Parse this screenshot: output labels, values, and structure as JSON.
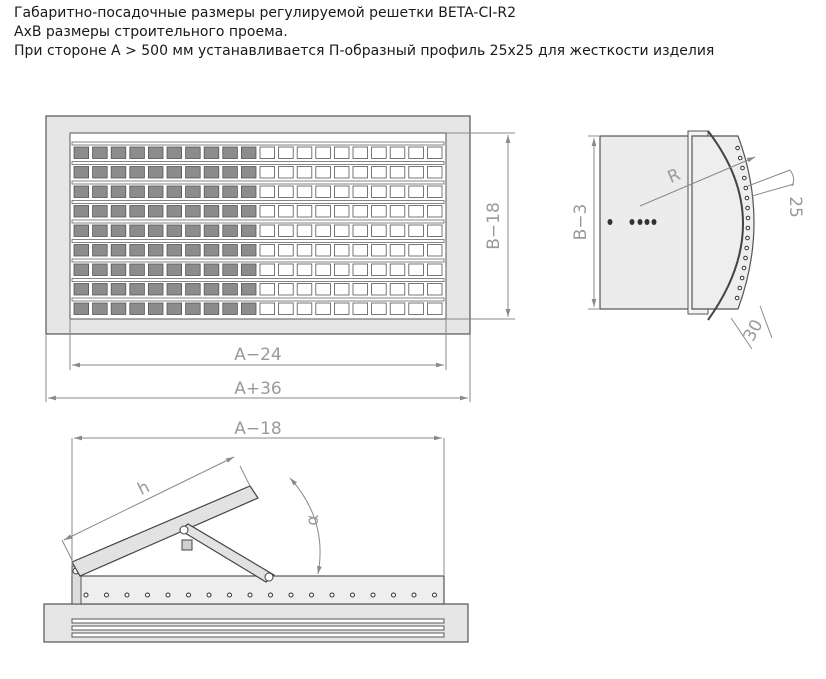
{
  "header": {
    "line1": "Габаритно-посадочные размеры регулируемой решетки BETA-CI-R2",
    "line2": "АхВ размеры строительного проема.",
    "line3": "При стороне А > 500 мм устанавливается П-образный профиль 25х25 для жесткости изделия"
  },
  "front_view": {
    "dim_width_inner": "A−24",
    "dim_width_outer": "A+36",
    "dim_height": "B−18"
  },
  "side_view": {
    "dim_height": "B−3",
    "dim_radius": "R",
    "dim_step": "25",
    "dim_end": "30"
  },
  "bottom_view": {
    "dim_width": "A−18",
    "dim_length": "h",
    "dim_angle": "α"
  }
}
